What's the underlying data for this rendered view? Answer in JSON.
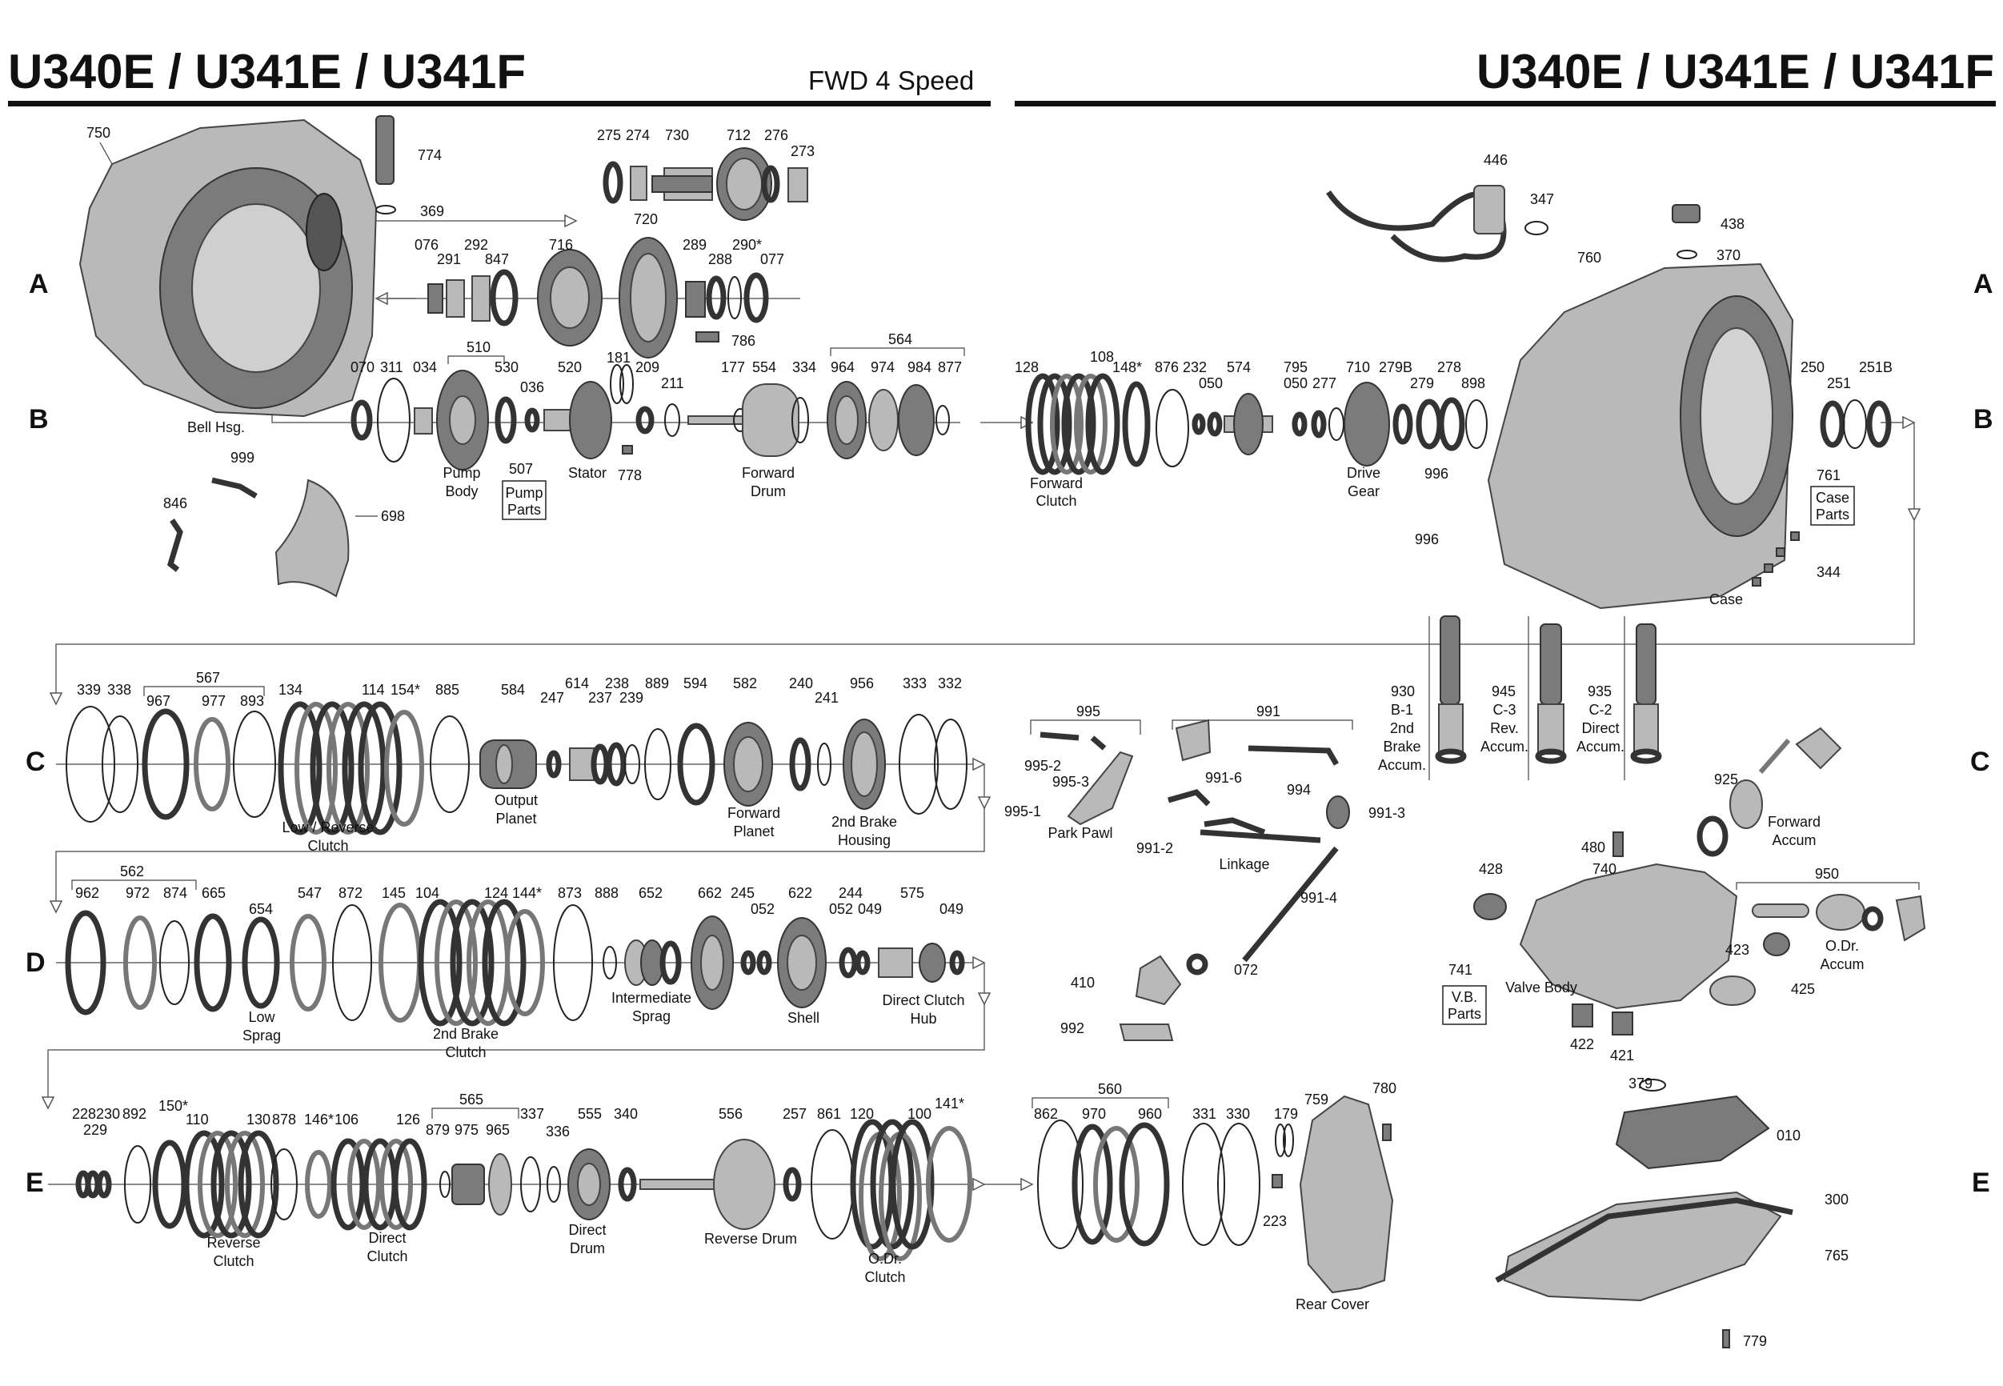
{
  "header": {
    "title_left": "U340E / U341E / U341F",
    "subtitle": "FWD 4 Speed",
    "title_right": "U340E / U341E / U341F"
  },
  "rows": [
    "A",
    "B",
    "C",
    "D",
    "E"
  ],
  "numbers": {
    "n750": "750",
    "n774": "774",
    "n369": "369",
    "n275": "275",
    "n274": "274",
    "n730": "730",
    "n712": "712",
    "n276": "276",
    "n273": "273",
    "n720": "720",
    "n076": "076",
    "n291": "291",
    "n292": "292",
    "n847": "847",
    "n716": "716",
    "n289": "289",
    "n290": "290*",
    "n288": "288",
    "n077": "077",
    "n786": "786",
    "n070": "070",
    "n311": "311",
    "n034": "034",
    "n510": "510",
    "n530": "530",
    "n036": "036",
    "n520": "520",
    "n181": "181",
    "n209": "209",
    "n211": "211",
    "n177": "177",
    "n554": "554",
    "n334": "334",
    "n564": "564",
    "n964": "964",
    "n974": "974",
    "n984": "984",
    "n877": "877",
    "n507": "507",
    "n778": "778",
    "n999": "999",
    "n846": "846",
    "n698": "698",
    "n128": "128",
    "n108": "108",
    "n148": "148*",
    "n876": "876",
    "n232": "232",
    "n050": "050",
    "n574": "574",
    "n795": "795",
    "n050b": "050",
    "n277": "277",
    "n710": "710",
    "n279B": "279B",
    "n279": "279",
    "n278": "278",
    "n898": "898",
    "n446": "446",
    "n347": "347",
    "n438": "438",
    "n370": "370",
    "n760": "760",
    "n250": "250",
    "n251": "251",
    "n251B": "251B",
    "n761": "761",
    "n996a": "996",
    "n996b": "996",
    "n344": "344",
    "n339": "339",
    "n338": "338",
    "n567": "567",
    "n967": "967",
    "n977": "977",
    "n893": "893",
    "n134": "134",
    "n114": "114",
    "n154": "154*",
    "n885": "885",
    "n584": "584",
    "n247": "247",
    "n614": "614",
    "n237": "237",
    "n238": "238",
    "n239": "239",
    "n889": "889",
    "n594": "594",
    "n582": "582",
    "n240": "240",
    "n241": "241",
    "n956": "956",
    "n333": "333",
    "n332": "332",
    "n995": "995",
    "n995_2": "995-2",
    "n995_3": "995-3",
    "n995_1": "995-1",
    "n991": "991",
    "n991_6": "991-6",
    "n994": "994",
    "n991_3": "991-3",
    "n991_2": "991-2",
    "n991_4": "991-4",
    "n410": "410",
    "n072": "072",
    "n992": "992",
    "n930": "930",
    "n945": "945",
    "n935": "935",
    "n925": "925",
    "n480": "480",
    "n428": "428",
    "n740": "740",
    "n950": "950",
    "n423": "423",
    "n425": "425",
    "n741": "741",
    "n422": "422",
    "n421": "421",
    "n379": "379",
    "n010": "010",
    "n300": "300",
    "n765": "765",
    "n779": "779",
    "n562": "562",
    "n962": "962",
    "n972": "972",
    "n874": "874",
    "n665": "665",
    "n654": "654",
    "n547": "547",
    "n872": "872",
    "n145": "145",
    "n104": "104",
    "n124": "124",
    "n144": "144*",
    "n873": "873",
    "n888": "888",
    "n652": "652",
    "n662": "662",
    "n245": "245",
    "n052": "052",
    "n622": "622",
    "n244": "244",
    "n052b": "052",
    "n049": "049",
    "n575": "575",
    "n049b": "049",
    "n228": "228",
    "n229": "229",
    "n230": "230",
    "n892": "892",
    "n150": "150*",
    "n110": "110",
    "n130": "130",
    "n878": "878",
    "n146": "146*",
    "n106": "106",
    "n126": "126",
    "n565": "565",
    "n879": "879",
    "n975": "975",
    "n965": "965",
    "n337": "337",
    "n336": "336",
    "n555": "555",
    "n340": "340",
    "n556": "556",
    "n257": "257",
    "n861": "861",
    "n120": "120",
    "n100": "100",
    "n141": "141*",
    "n560": "560",
    "n862": "862",
    "n970": "970",
    "n960": "960",
    "n331": "331",
    "n330": "330",
    "n179": "179",
    "n223": "223",
    "n759": "759",
    "n780": "780"
  },
  "captions": {
    "bell_hsg": "Bell Hsg.",
    "pump_body": [
      "Pump",
      "Body"
    ],
    "pump_parts": [
      "Pump",
      "Parts"
    ],
    "stator": "Stator",
    "forward_drum": [
      "Forward",
      "Drum"
    ],
    "forward_clutch": [
      "Forward",
      "Clutch"
    ],
    "drive_gear": [
      "Drive",
      "Gear"
    ],
    "case_parts": [
      "Case",
      "Parts"
    ],
    "case": "Case",
    "low_reverse_clutch": [
      "Low / Reverse",
      "Clutch"
    ],
    "output_planet": [
      "Output",
      "Planet"
    ],
    "forward_planet": [
      "Forward",
      "Planet"
    ],
    "second_brake_housing": [
      "2nd Brake",
      "Housing"
    ],
    "park_pawl": "Park Pawl",
    "linkage": "Linkage",
    "b1_accum": [
      "B-1",
      "2nd",
      "Brake",
      "Accum."
    ],
    "c3_accum": [
      "C-3",
      "Rev.",
      "Accum."
    ],
    "c2_accum": [
      "C-2",
      "Direct",
      "Accum."
    ],
    "forward_accum": [
      "Forward",
      "Accum"
    ],
    "od_accum": [
      "O.Dr.",
      "Accum"
    ],
    "valve_body": "Valve Body",
    "vb_parts": [
      "V.B.",
      "Parts"
    ],
    "low_sprag": [
      "Low",
      "Sprag"
    ],
    "second_brake_clutch": [
      "2nd Brake",
      "Clutch"
    ],
    "intermediate_sprag": [
      "Intermediate",
      "Sprag"
    ],
    "shell": "Shell",
    "direct_clutch_hub": [
      "Direct Clutch",
      "Hub"
    ],
    "reverse_clutch": [
      "Reverse",
      "Clutch"
    ],
    "direct_clutch": [
      "Direct",
      "Clutch"
    ],
    "direct_drum": [
      "Direct",
      "Drum"
    ],
    "reverse_drum": "Reverse Drum",
    "od_clutch": [
      "O.Dr.",
      "Clutch"
    ],
    "rear_cover": "Rear Cover"
  }
}
